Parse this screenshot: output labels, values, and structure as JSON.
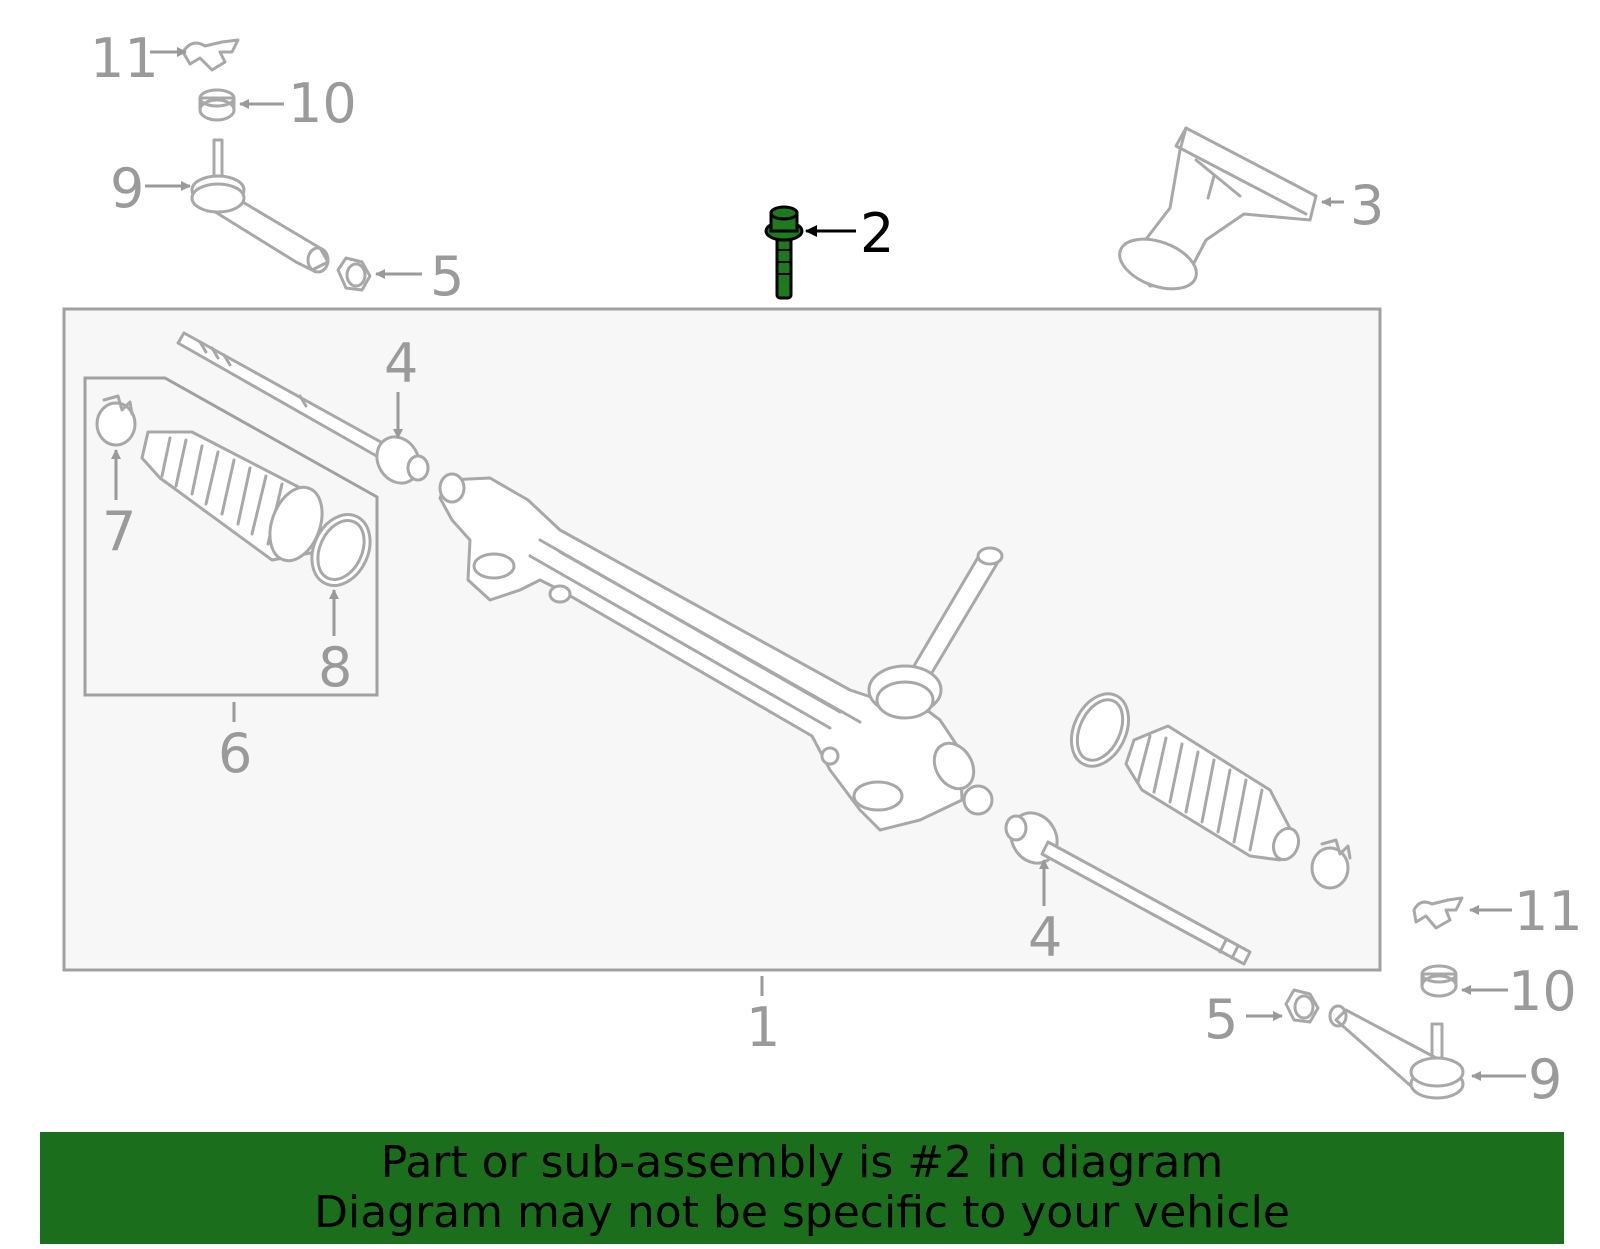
{
  "callouts": {
    "c1": "1",
    "c2": "2",
    "c3": "3",
    "c4a": "4",
    "c4b": "4",
    "c5a": "5",
    "c5b": "5",
    "c6": "6",
    "c7": "7",
    "c8": "8",
    "c9a": "9",
    "c9b": "9",
    "c10a": "10",
    "c10b": "10",
    "c11a": "11",
    "c11b": "11"
  },
  "highlighted_part": "2",
  "colors": {
    "highlight": "#1f7a1f",
    "banner": "#1b6e1b",
    "line_art": "#a8a8a8",
    "callout_text": "#9a9a9a"
  },
  "banner": {
    "line1": "Part or sub-assembly is #2 in diagram",
    "line2": "Diagram may not be specific to your vehicle"
  }
}
